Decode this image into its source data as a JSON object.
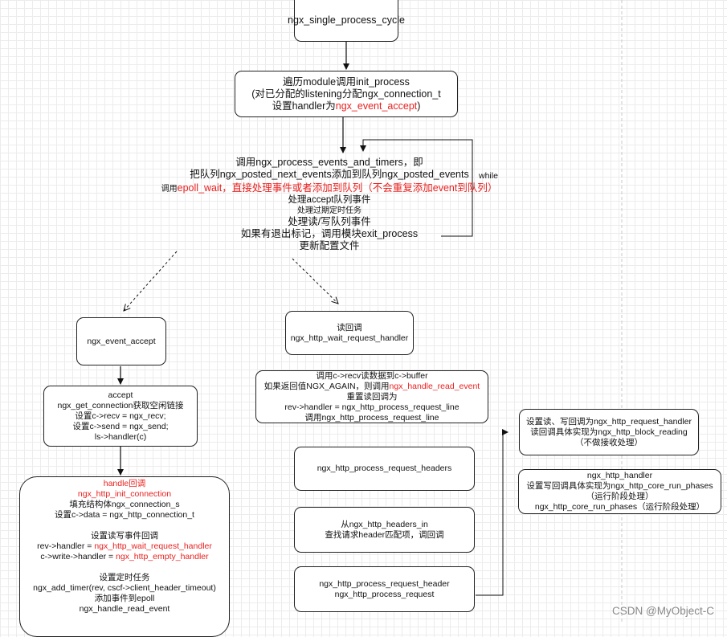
{
  "nodes": {
    "single_process_cycle": {
      "l1": "ngx_single_process_cycle"
    },
    "init_process": {
      "l1": "遍历module调用init_process",
      "l2": "(对已分配的listening分配ngx_connection_t",
      "l3a": "设置handler为",
      "l3b": "ngx_event_accept",
      "l3c": ")"
    },
    "process_events": {
      "l1": "调用ngx_process_events_and_timers，即",
      "l2": "把队列ngx_posted_next_events添加到队列ngx_posted_events",
      "l3a": "调用",
      "l3b": "epoll_wait，直接处理事件或者添加到队列（不会重复添加event到队列）",
      "l4": "处理accept队列事件",
      "l5": "处理过期定时任务",
      "l6": "处理读/写队列事件",
      "l7": "如果有退出标记，调用模块exit_process",
      "l8": "更新配置文件"
    },
    "event_accept": {
      "l1": "ngx_event_accept"
    },
    "accept_detail": {
      "l1": "accept",
      "l2": "ngx_get_connection获取空闲链接",
      "l3": "设置c->recv = ngx_recv;",
      "l4": "设置c->send = ngx_send;",
      "l5": "ls->handler(c)"
    },
    "init_connection": {
      "l1": "handle回调",
      "l2": "ngx_http_init_connection",
      "l3": "填充结构体ngx_connection_s",
      "l4": "设置c->data = ngx_http_connection_t",
      "l5": "设置读写事件回调",
      "l6a": "rev->handler = ",
      "l6b": "ngx_http_wait_request_handler",
      "l7a": "c->write->handler = ",
      "l7b": "ngx_http_empty_handler",
      "l8": "设置定时任务",
      "l9": "ngx_add_timer(rev, cscf->client_header_timeout)",
      "l10": "添加事件到epoll",
      "l11": "ngx_handle_read_event"
    },
    "wait_request": {
      "l1": "读回调",
      "l2": "ngx_http_wait_request_handler"
    },
    "recv_detail": {
      "l1": "调用c->recv读数据到c->buffer",
      "l2a": "如果返回值NGX_AGAIN，则调用",
      "l2b": "ngx_handle_read_event",
      "l3": "重置读回调为",
      "l4": "rev->handler = ngx_http_process_request_line",
      "l5": "调用ngx_http_process_request_line"
    },
    "process_request_headers": {
      "l1": "ngx_http_process_request_headers"
    },
    "headers_in": {
      "l1": "从ngx_http_headers_in",
      "l2": "查找请求header匹配项，调回调"
    },
    "process_request": {
      "l1": "ngx_http_process_request_header",
      "l2": "ngx_http_process_request"
    },
    "request_handler": {
      "l1": "设置读、写回调为ngx_http_request_handler",
      "l2": "读回调具体实现为ngx_http_block_reading",
      "l3": "（不做接收处理）"
    },
    "http_handler": {
      "l1": "ngx_http_handler",
      "l2": "设置写回调具体实现为ngx_http_core_run_phases",
      "l3": "（运行阶段处理）",
      "l4": "ngx_http_core_run_phases（运行阶段处理）"
    }
  },
  "edge_labels": {
    "while": "while"
  },
  "watermark": "CSDN @MyObject-C",
  "colors": {
    "highlight": "#e8211f",
    "stroke": "#222222",
    "grid": "#ececec"
  }
}
